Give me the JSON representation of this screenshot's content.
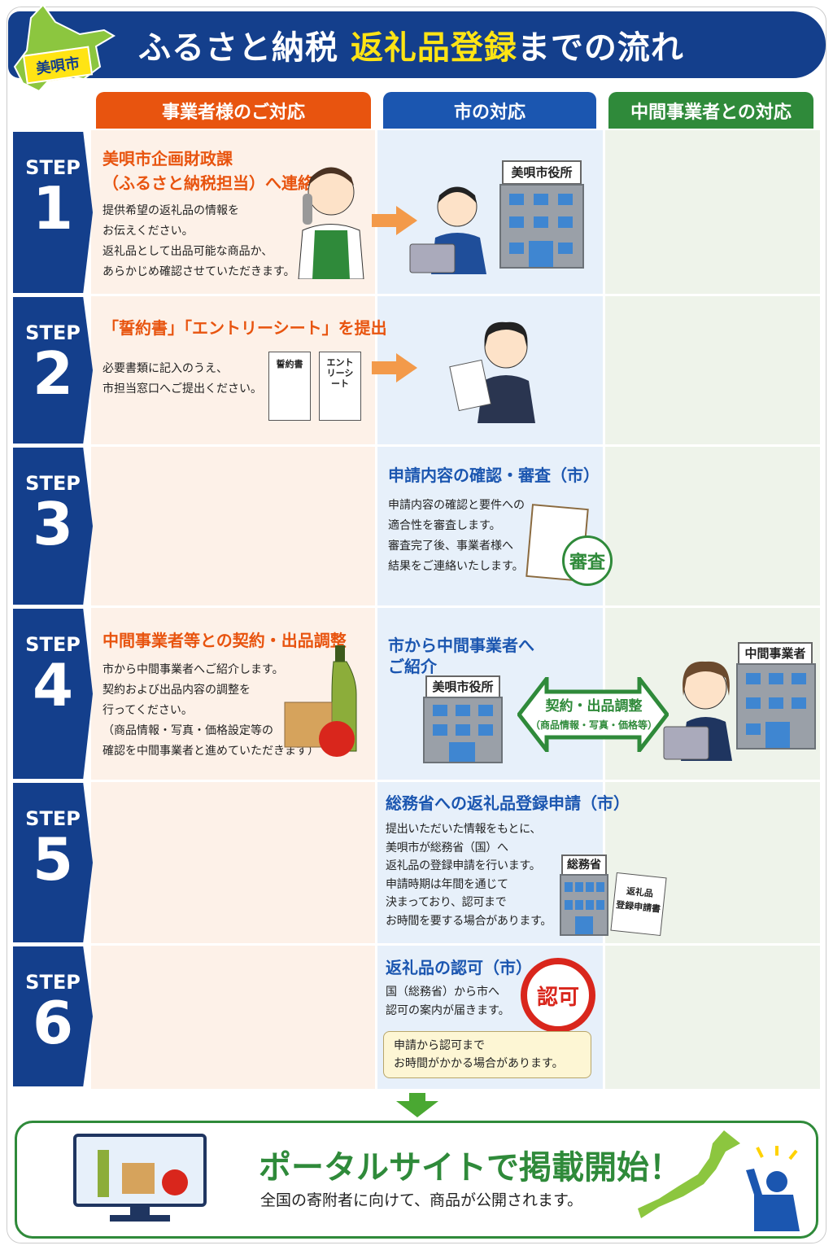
{
  "header": {
    "city_tag": "美唄市",
    "title_pre": "ふるさと納税 ",
    "title_highlight": "返礼品登録",
    "title_post": "までの流れ"
  },
  "columns": [
    {
      "label": "事業者様のご対応",
      "color": "#e8540f"
    },
    {
      "label": "市の対応",
      "color": "#1b56b0"
    },
    {
      "label": "中間事業者との対応",
      "color": "#2f8a3a"
    }
  ],
  "step_word": "STEP",
  "steps": [
    {
      "number": "1",
      "business": {
        "title": [
          "美唄市企画財政課",
          "（ふるさと納税担当）へ連絡"
        ],
        "lines": [
          "提供希望の返礼品の情報を",
          "お伝えください。",
          "返礼品として出品可能な商品か、",
          "あらかじめ確認させていただきます。"
        ]
      },
      "city": {
        "sign": "美唄市役所"
      }
    },
    {
      "number": "2",
      "business": {
        "title": [
          "「誓約書」「エントリーシート」を提出"
        ],
        "lines": [
          "必要書類に記入のうえ、",
          "市担当窓口へご提出ください。"
        ],
        "doc1": "誓約書",
        "doc2": "エントリーシート"
      }
    },
    {
      "number": "3",
      "city": {
        "title": "申請内容の確認・審査（市）",
        "lines": [
          "申請内容の確認と要件への",
          "適合性を審査します。",
          "審査完了後、事業者様へ",
          "結果をご連絡いたします。"
        ],
        "stamp": "審査"
      }
    },
    {
      "number": "4",
      "business": {
        "title": [
          "中間事業者等との契約・出品調整"
        ],
        "lines": [
          "市から中間事業者へご紹介します。",
          "契約および出品内容の調整を",
          "行ってください。",
          "（商品情報・写真・価格設定等の",
          "確認を中間事業者と進めていただきます）"
        ]
      },
      "city": {
        "title": [
          "市から中間事業者へ",
          "ご紹介"
        ],
        "sign": "美唄市役所",
        "arrow_main": "契約・出品調整",
        "arrow_sub": "（商品情報・写真・価格等）"
      },
      "intermediary": {
        "sign": "中間事業者"
      }
    },
    {
      "number": "5",
      "city": {
        "title": "総務省への返礼品登録申請（市）",
        "lines": [
          "提出いただいた情報をもとに、",
          "美唄市が総務省（国）へ",
          "返礼品の登録申請を行います。",
          "申請時期は年間を通じて",
          "決まっており、認可まで",
          "お時間を要する場合があります。"
        ],
        "sign": "総務省",
        "doc": [
          "返礼品",
          "登録申請書"
        ]
      }
    },
    {
      "number": "6",
      "city": {
        "title": "返礼品の認可（市）",
        "lines": [
          "国（総務省）から市へ",
          "認可の案内が届きます。"
        ],
        "stamp": "認可",
        "note": [
          "申請から認可まで",
          "お時間がかかる場合があります。"
        ]
      }
    }
  ],
  "final": {
    "title": "ポータルサイトで掲載開始！",
    "subtitle": "全国の寄附者に向けて、商品が公開されます。"
  }
}
